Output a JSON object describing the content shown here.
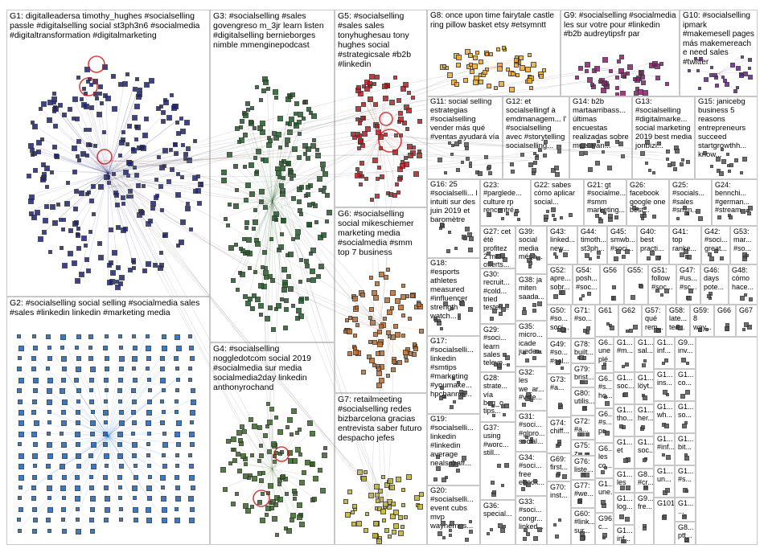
{
  "groups": [
    {
      "id": "G1",
      "label": "G1: digitalleadersa timothy_hughes #socialselling passle #digitalselling social st3ph3n6 #socialmedia #digitaltransformation #digitalmarketing",
      "color": "#1a237e"
    },
    {
      "id": "G2",
      "label": "G2: #socialselling social selling #socialmedia sales #sales #linkedin linkedin #marketing media",
      "color": "#1565c0"
    },
    {
      "id": "G3",
      "label": "G3: #socialselling #sales govengreso m_3jr learn listen #digitalselling bernieborges nimble mmenginepodcast",
      "color": "#1b5e20"
    },
    {
      "id": "G4",
      "label": "G4: #socialselling noggledotcom social 2019 #socialmedia sur media socialmedia2day linkedin anthonyrochand",
      "color": "#33691e"
    },
    {
      "id": "G5",
      "label": "G5: #socialselling #sales sales tonyhughesau tony hughes social #strategicsale #b2b #linkedin",
      "color": "#b71c1c"
    },
    {
      "id": "G6",
      "label": "G6: #socialselling social mikeschiemer marketing media #socialmedia #smm top 7 business",
      "color": "#bf6b2a"
    },
    {
      "id": "G7",
      "label": "G7: retailmeeting #socialselling redes bizbarcelona gracias entrevista saber futuro despacho jefes",
      "color": "#c0b030"
    },
    {
      "id": "G8",
      "label": "G8: once upon time fairytale castle ring pillow basket etsy #etsymntt",
      "color": "#f9a825"
    },
    {
      "id": "G9",
      "label": "G9: #socialselling #socialmedia les sur votre pour #linkedin #b2b audreytipsfr par",
      "color": "#8e1a6e"
    },
    {
      "id": "G10",
      "label": "G10: #socialselling ipmark #makemesell pages más makemereach e need sales #twitter",
      "color": "#6a1b9a"
    },
    {
      "id": "G11",
      "label": "G11: social selling estrategias #socialselling vender más qué #ventas ayudará vía",
      "color": "#555"
    },
    {
      "id": "G12",
      "label": "G12: et socialsellingf à emdmanagem... l' #socialselling avec #storytelling socialselling...",
      "color": "#555"
    },
    {
      "id": "G13",
      "label": "G13: #socialselling #digitalmarke... social marketing 2019 best media jonbizi...",
      "color": "#555"
    },
    {
      "id": "G14",
      "label": "G14: b2b martaarribass... últimas encuestas realizadas sobre muestran...",
      "color": "#555"
    },
    {
      "id": "G15",
      "label": "G15: janicebg business 5 reasons entrepreneurs succeed startgrowthh... know...",
      "color": "#555"
    },
    {
      "id": "G16",
      "label": "G16: 25 #socialselli... l intuiti sur des juin 2019 et baromètre",
      "color": "#555"
    },
    {
      "id": "G17",
      "label": "G17: #socialselli... linkedin #smtips #marketing #youmake... hpchannel...",
      "color": "#555"
    },
    {
      "id": "G18",
      "label": "G18: #esports athletes measured #influencer strength watch...",
      "color": "#555"
    },
    {
      "id": "G19",
      "label": "G19: #socialselli... linkedin #linkedin average nealschaff...",
      "color": "#555"
    },
    {
      "id": "G20",
      "label": "G20: #socialselli... event cubs mvp waynemes...",
      "color": "#555"
    },
    {
      "id": "G21",
      "label": "G21: gt #socialme... #smm marketing...",
      "color": "#555"
    },
    {
      "id": "G22",
      "label": "G22: sabes cómo aplicar social...",
      "color": "#555"
    },
    {
      "id": "G23",
      "label": "G23: #parglede... culture rp rencontré...",
      "color": "#555"
    },
    {
      "id": "G24",
      "label": "G24: bennchi... #german... #stream...",
      "color": "#555"
    },
    {
      "id": "G25",
      "label": "G25: #socials... #sales #smm...",
      "color": "#555"
    },
    {
      "id": "G26",
      "label": "G26: facebook google one best...",
      "color": "#555"
    },
    {
      "id": "G27",
      "label": "G27: cet été profitez 2 mois offerts...",
      "color": "#555"
    },
    {
      "id": "G28",
      "label": "G28: strate... vía beg_o... tips...",
      "color": "#555"
    },
    {
      "id": "G29",
      "label": "G29: #soci... learn sales televe...",
      "color": "#555"
    },
    {
      "id": "G30",
      "label": "G30: recruit... #cold... tried tested...",
      "color": "#555"
    },
    {
      "id": "G31",
      "label": "G31: #soci... #glpro... social...",
      "color": "#555"
    },
    {
      "id": "G32",
      "label": "G32: les we_ar... #vide...",
      "color": "#555"
    },
    {
      "id": "G33",
      "label": "G33: #soci... congr... linked...",
      "color": "#555"
    },
    {
      "id": "G34",
      "label": "G34: #soci... free ebook...",
      "color": "#555"
    },
    {
      "id": "G35",
      "label": "G35: micro... icade juede...",
      "color": "#555"
    },
    {
      "id": "G36",
      "label": "G36: special...",
      "color": "#555"
    },
    {
      "id": "G37",
      "label": "G37: using #worc... still...",
      "color": "#555"
    },
    {
      "id": "G38",
      "label": "G38: ja miten saada...",
      "color": "#555"
    },
    {
      "id": "G39",
      "label": "G39: social media méga...",
      "color": "#555"
    },
    {
      "id": "G40",
      "label": "G40: best practi...",
      "color": "#555"
    },
    {
      "id": "G41",
      "label": "G41: top ranke...",
      "color": "#555"
    },
    {
      "id": "G42",
      "label": "G42: #soci... great...",
      "color": "#555"
    },
    {
      "id": "G43",
      "label": "G43: linked... new...",
      "color": "#555"
    },
    {
      "id": "G44",
      "label": "G44: timoth... st3ph...",
      "color": "#555"
    },
    {
      "id": "G45",
      "label": "G45: smwb... #soci...",
      "color": "#555"
    },
    {
      "id": "G46",
      "label": "G46: days pote...",
      "color": "#555"
    },
    {
      "id": "G47",
      "label": "G47: #us... #sc...",
      "color": "#555"
    },
    {
      "id": "G48",
      "label": "G48: cómo hace...",
      "color": "#555"
    },
    {
      "id": "G49",
      "label": "G49: #so... #sal...",
      "color": "#555"
    },
    {
      "id": "G50",
      "label": "G50: #so... soci...",
      "color": "#555"
    },
    {
      "id": "G51",
      "label": "G51: follow #soc...",
      "color": "#555"
    },
    {
      "id": "G52",
      "label": "G52: apre... sobr...",
      "color": "#555"
    },
    {
      "id": "G53",
      "label": "G53: mar... #so...",
      "color": "#555"
    },
    {
      "id": "G54",
      "label": "G54: posh... #soc...",
      "color": "#555"
    },
    {
      "id": "G55",
      "label": "G55:",
      "color": "#555"
    },
    {
      "id": "G56",
      "label": "G56",
      "color": "#555"
    },
    {
      "id": "G57",
      "label": "G57: qué rem...",
      "color": "#555"
    },
    {
      "id": "G58",
      "label": "G58: late... tec...",
      "color": "#555"
    },
    {
      "id": "G59",
      "label": "G59: 8 way...",
      "color": "#555"
    },
    {
      "id": "G60",
      "label": "G60: #link... sur...",
      "color": "#555"
    },
    {
      "id": "G61",
      "label": "G61",
      "color": "#555"
    },
    {
      "id": "G62",
      "label": "G62",
      "color": "#555"
    },
    {
      "id": "G63",
      "label": "G6... #s... ho...",
      "color": "#555"
    },
    {
      "id": "G64",
      "label": "G6... #s... pr...",
      "color": "#555"
    },
    {
      "id": "G65",
      "label": "G6... les co...",
      "color": "#555"
    },
    {
      "id": "G66",
      "label": "G66",
      "color": "#555"
    },
    {
      "id": "G67",
      "label": "G67",
      "color": "#555"
    },
    {
      "id": "G68",
      "label": "G6... une plé...",
      "color": "#555"
    },
    {
      "id": "G69",
      "label": "G69: first...",
      "color": "#555"
    },
    {
      "id": "G70",
      "label": "G70: inst...",
      "color": "#555"
    },
    {
      "id": "G71",
      "label": "G71: #so...",
      "color": "#555"
    },
    {
      "id": "G72",
      "label": "G72: #a...",
      "color": "#555"
    },
    {
      "id": "G73",
      "label": "G73: #a...",
      "color": "#555"
    },
    {
      "id": "G74",
      "label": "G74: chiff...",
      "color": "#555"
    },
    {
      "id": "G75",
      "label": "G75: z...",
      "color": "#555"
    },
    {
      "id": "G76",
      "label": "G76: liste...",
      "color": "#555"
    },
    {
      "id": "G77",
      "label": "G77: #we...",
      "color": "#555"
    },
    {
      "id": "G78",
      "label": "G78: built...",
      "color": "#555"
    },
    {
      "id": "G79",
      "label": "G79: brist...",
      "color": "#555"
    },
    {
      "id": "G80",
      "label": "G80: utilis...",
      "color": "#555"
    },
    {
      "id": "G81",
      "label": "G1... sal...",
      "color": "#555"
    },
    {
      "id": "G82",
      "label": "G1... #m...",
      "color": "#555"
    },
    {
      "id": "G83",
      "label": "G1... soc...",
      "color": "#555"
    },
    {
      "id": "G84",
      "label": "G1... tho...",
      "color": "#555"
    },
    {
      "id": "G85",
      "label": "G1... et",
      "color": "#555"
    },
    {
      "id": "G86",
      "label": "G1... les",
      "color": "#555"
    },
    {
      "id": "G87",
      "label": "G1... log...",
      "color": "#555"
    },
    {
      "id": "G88",
      "label": "G1... inf...",
      "color": "#555"
    },
    {
      "id": "G89",
      "label": "G1... inf...",
      "color": "#555"
    },
    {
      "id": "G90",
      "label": "G1... löyt...",
      "color": "#555"
    },
    {
      "id": "G91",
      "label": "G1... her...",
      "color": "#555"
    },
    {
      "id": "G92",
      "label": "G1... soc...",
      "color": "#555"
    },
    {
      "id": "G93",
      "label": "G8... #cr...",
      "color": "#555"
    },
    {
      "id": "G94",
      "label": "G1... une...",
      "color": "#555"
    },
    {
      "id": "G95",
      "label": "G9... fre...",
      "color": "#555"
    },
    {
      "id": "G96",
      "label": "G96... c...",
      "color": "#555"
    },
    {
      "id": "G97",
      "label": "G1... ins...",
      "color": "#555"
    },
    {
      "id": "G98",
      "label": "G1... wh...",
      "color": "#555"
    },
    {
      "id": "G99",
      "label": "G1... #inf...",
      "color": "#555"
    },
    {
      "id": "G100",
      "label": "G1... un...",
      "color": "#555"
    },
    {
      "id": "G101",
      "label": "G101",
      "color": "#555"
    },
    {
      "id": "G102",
      "label": "G9... inv...",
      "color": "#555"
    },
    {
      "id": "G103",
      "label": "G1... co...",
      "color": "#555"
    },
    {
      "id": "G104",
      "label": "G1... so...",
      "color": "#555"
    },
    {
      "id": "G105",
      "label": "G1... bit...",
      "color": "#555"
    },
    {
      "id": "G106",
      "label": "G1... #s...",
      "color": "#555"
    },
    {
      "id": "G107",
      "label": "G1... ...",
      "color": "#555"
    },
    {
      "id": "G108",
      "label": "G8... ptt...",
      "color": "#555"
    }
  ]
}
